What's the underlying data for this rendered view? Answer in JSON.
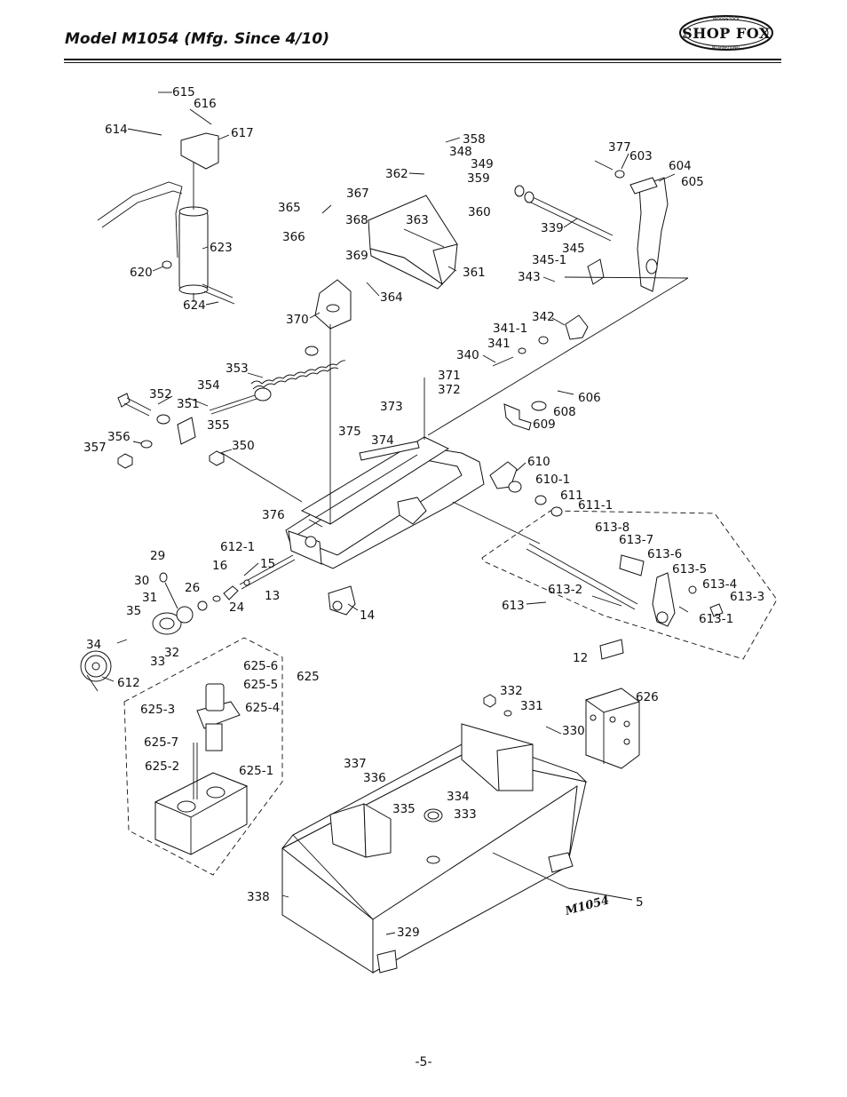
{
  "header": {
    "title": "Model M1054 (Mfg. Since 4/10)",
    "brand_logo": "SHOP FOX",
    "brand_small_top": "WOODSTOCK",
    "brand_small_bottom": "INTERNATIONAL"
  },
  "diagram": {
    "cabinet_marking": "M1054",
    "labels": {
      "l615": "615",
      "l616": "616",
      "l614": "614",
      "l617": "617",
      "l623": "623",
      "l620": "620",
      "l624": "624",
      "l358": "358",
      "l348": "348",
      "l349": "349",
      "l362": "362",
      "l359": "359",
      "l363": "363",
      "l360": "360",
      "l361": "361",
      "l367": "367",
      "l365": "365",
      "l368": "368",
      "l366": "366",
      "l369": "369",
      "l364": "364",
      "l370": "370",
      "l377": "377",
      "l603": "603",
      "l604": "604",
      "l605": "605",
      "l339": "339",
      "l345": "345",
      "l345_1": "345-1",
      "l343": "343",
      "l342": "342",
      "l341_1": "341-1",
      "l341": "341",
      "l340": "340",
      "l353": "353",
      "l354": "354",
      "l352": "352",
      "l351": "351",
      "l355": "355",
      "l356": "356",
      "l357": "357",
      "l350": "350",
      "l371": "371",
      "l372": "372",
      "l373": "373",
      "l375": "375",
      "l374": "374",
      "l606": "606",
      "l608": "608",
      "l609": "609",
      "l610": "610",
      "l610_1": "610-1",
      "l611": "611",
      "l611_1": "611-1",
      "l376": "376",
      "l612_1": "612-1",
      "l15": "15",
      "l16": "16",
      "l13": "13",
      "l29": "29",
      "l30": "30",
      "l26": "26",
      "l31": "31",
      "l24": "24",
      "l35": "35",
      "l14": "14",
      "l34": "34",
      "l32": "32",
      "l33": "33",
      "l612": "612",
      "l613_8": "613-8",
      "l613_7": "613-7",
      "l613_6": "613-6",
      "l613_5": "613-5",
      "l613_4": "613-4",
      "l613_3": "613-3",
      "l613_2": "613-2",
      "l613": "613",
      "l613_1": "613-1",
      "l12": "12",
      "l626": "626",
      "l625_6": "625-6",
      "l625": "625",
      "l625_5": "625-5",
      "l625_4": "625-4",
      "l625_3": "625-3",
      "l625_7": "625-7",
      "l625_2": "625-2",
      "l625_1": "625-1",
      "l332": "332",
      "l331": "331",
      "l330": "330",
      "l337": "337",
      "l336": "336",
      "l335": "335",
      "l334": "334",
      "l333": "333",
      "l338": "338",
      "l5": "5",
      "l329": "329"
    }
  },
  "footer": {
    "page_number": "-5-"
  }
}
